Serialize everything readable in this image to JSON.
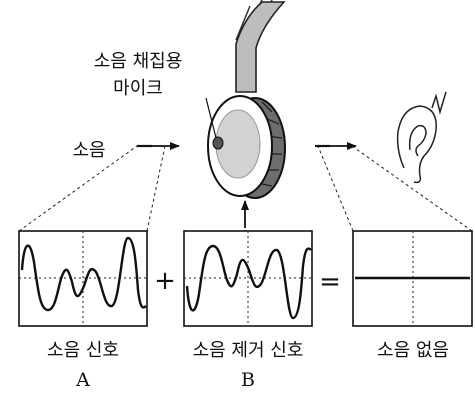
{
  "headphone": {
    "mic_label_line1": "소음 채집용",
    "mic_label_line2": "마이크"
  },
  "input": {
    "label": "소음"
  },
  "operators": {
    "plus": "+",
    "equals": "="
  },
  "panels": [
    {
      "label": "소음 신호",
      "letter": "A"
    },
    {
      "label": "소음 제거 신호",
      "letter": "B"
    },
    {
      "label": "소음 없음",
      "letter": ""
    }
  ]
}
